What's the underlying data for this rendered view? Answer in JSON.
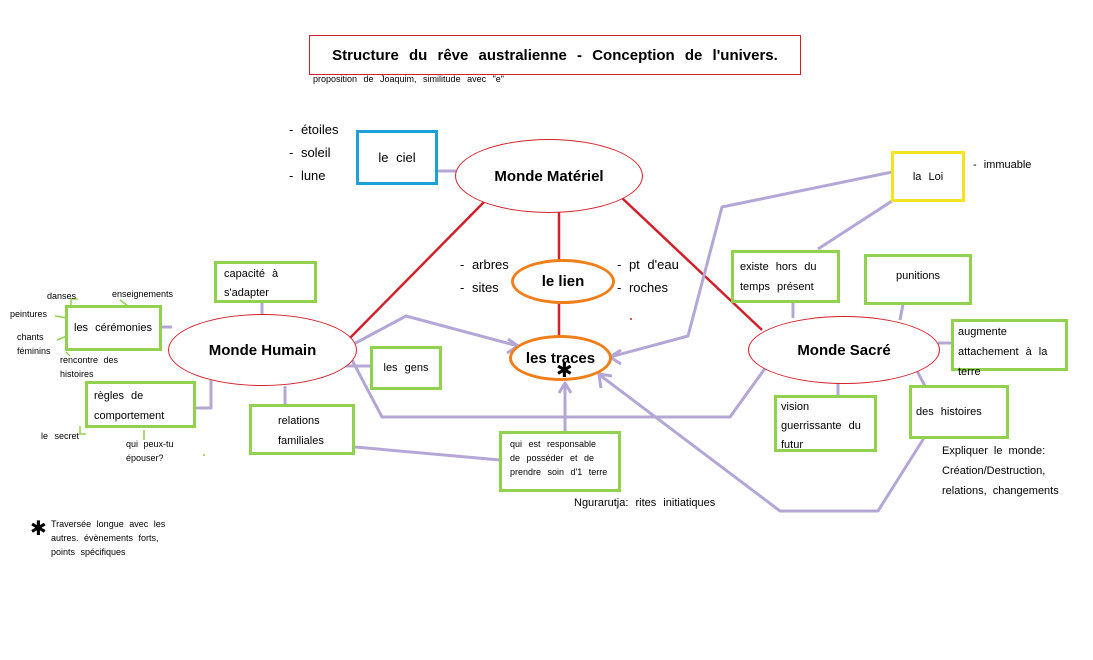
{
  "title": "Structure du rêve australienne - Conception de l'univers.",
  "subtitle": "proposition de Joaquim, similitude avec \"e\"",
  "nodes": {
    "monde_materiel": "Monde Matériel",
    "monde_humain": "Monde Humain",
    "monde_sacre": "Monde Sacré",
    "le_lien": "le lien",
    "les_traces": "les traces",
    "le_ciel": "le ciel",
    "la_loi": "la Loi"
  },
  "ciel_items": [
    "- étoiles",
    "- soleil",
    "- lune"
  ],
  "loi_note": "- immuable",
  "lien_left": [
    "- arbres",
    "- sites"
  ],
  "lien_right": [
    "- pt d'eau",
    "- roches"
  ],
  "humain_boxes": {
    "capacite": "capacité à s'adapter",
    "ceremonies": "les cérémonies",
    "regles": "règles de comportement",
    "gens": "les gens",
    "relations": "relations familiales"
  },
  "ceremony_labels": {
    "danses": "danses",
    "enseignements": "enseignements",
    "peintures": "peintures",
    "chants": "chants féminins",
    "rencontre": "rencontre des histoires"
  },
  "regles_labels": {
    "secret": "le secret",
    "epouser": "qui peux-tu épouser?"
  },
  "sacre_boxes": {
    "existe": "existe hors du temps présent",
    "punitions": "punitions",
    "augmente": "augmente attachement à la terre",
    "vision": "vision guerrissante du futur",
    "histoires": "des histoires"
  },
  "expliquer": "Expliquer le monde: Création/Destruction, relations, changements",
  "responsable": "qui est responsable de posséder et de prendre soin d'1 terre",
  "ngurarutja": "Ngurarutja: rites initiatiques",
  "footnote": {
    "star": "✱",
    "text": "Traversée longue avec les autres. évènements forts, points spécifiques"
  },
  "colors": {
    "red": "#d0212b",
    "orange": "#ef7f1a",
    "green": "#92d050",
    "blue": "#1ea0d7",
    "yellow": "#f0e520",
    "lavender": "#b4a7d6"
  }
}
